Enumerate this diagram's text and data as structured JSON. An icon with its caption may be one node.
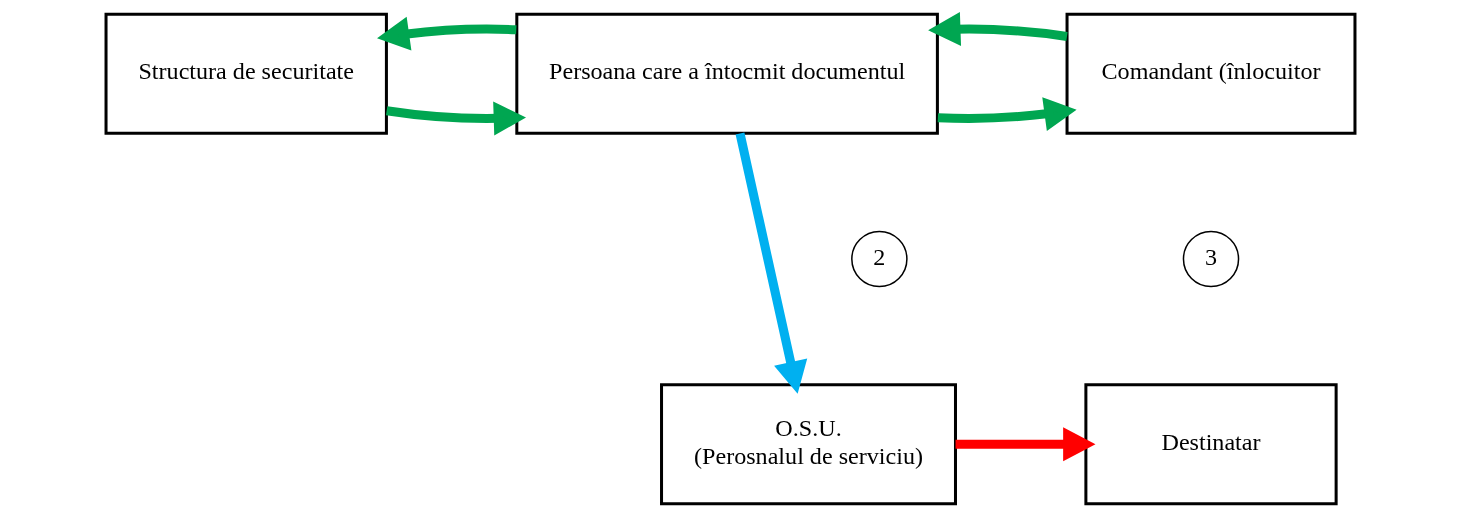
{
  "diagram": {
    "nodes": [
      {
        "text": [
          "Structura de securitate"
        ]
      },
      {
        "text": [
          "Persoana care a întocmit documentul"
        ]
      },
      {
        "text": [
          "Comandant (înlocuitor"
        ]
      },
      {
        "text": [
          "O.S.U.",
          "(Perosnalul de serviciu)"
        ]
      },
      {
        "text": [
          "Destinatar"
        ]
      },
      {
        "text": [
          "2"
        ]
      },
      {
        "text": [
          "3"
        ]
      }
    ],
    "edges": [
      {
        "from": 0,
        "to": 1,
        "arrow": "to"
      },
      {
        "from": 1,
        "to": 0,
        "arrow": "to"
      },
      {
        "from": 1,
        "to": 2,
        "arrow": "to"
      },
      {
        "from": 2,
        "to": 1,
        "arrow": "to"
      },
      {
        "from": 1,
        "to": 3,
        "arrow": "to",
        "color": "#00b0f0"
      },
      {
        "from": 3,
        "to": 4,
        "arrow": "to",
        "color": "#ff0000"
      }
    ]
  }
}
